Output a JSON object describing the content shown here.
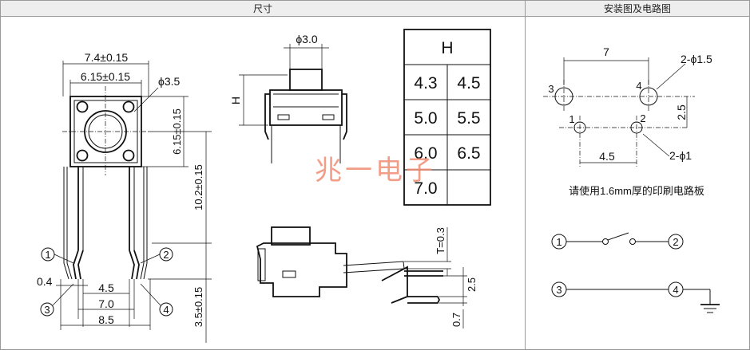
{
  "headers": {
    "dimensions": "尺寸",
    "mounting": "安装图及电路图"
  },
  "front_view": {
    "width_label": "7.4±0.15",
    "inner_width_label": "6.15±0.15",
    "actuator_label": "ϕ3.5",
    "height_label": "6.15±0.15",
    "lead_length_label": "10.2±0.15",
    "pitch_label": "4.5",
    "pin_span_label": "7.0",
    "overall_label": "8.5",
    "lead_width_label": "0.4",
    "standoff_label": "3.5±0.15",
    "pins": [
      "1",
      "2",
      "3",
      "4"
    ]
  },
  "side_view": {
    "actuator_label": "ϕ3.0",
    "height_label": "H"
  },
  "height_table": {
    "header": "H",
    "rows": [
      [
        "4.3",
        "4.5"
      ],
      [
        "5.0",
        "5.5"
      ],
      [
        "6.0",
        "6.5"
      ],
      [
        "7.0",
        ""
      ]
    ]
  },
  "watermark": "兆一电子",
  "lead_view": {
    "thickness_label": "T=0.3",
    "lead_label": "2.5",
    "lead_width_label": "0.7"
  },
  "pcb_layout": {
    "span_label": "7",
    "large_hole_label": "2-ϕ1.5",
    "small_hole_label": "2-ϕ1",
    "spacing_label": "2.5",
    "pitch_label": "4.5",
    "pins": [
      "3",
      "4",
      "1",
      "2"
    ],
    "note": "请使用1.6mm厚的印刷电路板"
  },
  "circuit": {
    "switch_terminals": [
      "1",
      "2"
    ],
    "ground_terminals": [
      "3",
      "4"
    ]
  }
}
